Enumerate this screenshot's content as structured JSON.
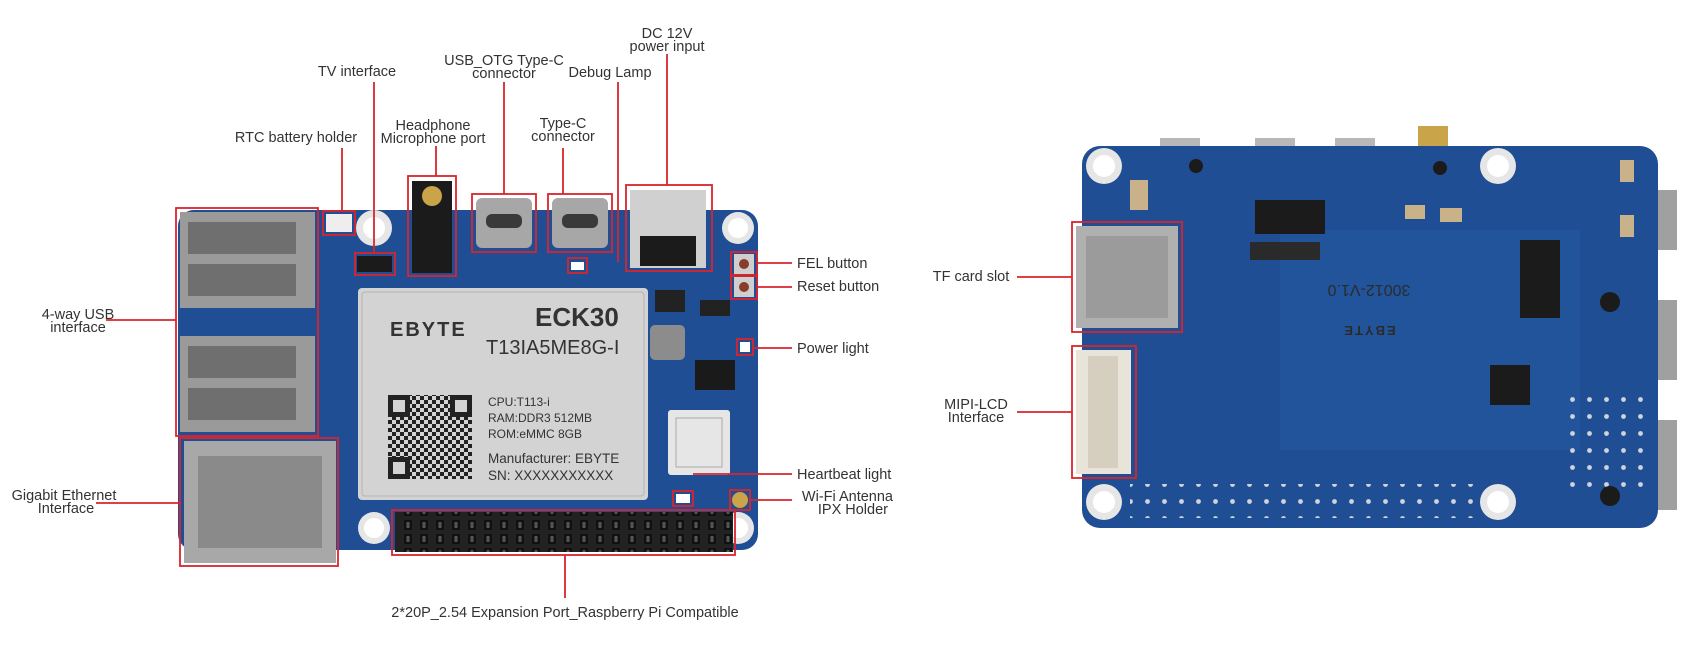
{
  "colors": {
    "pcb_blue": "#1f4e95",
    "pcb_blue_dark": "#173b74",
    "callout_red": "#d9252b",
    "module_silver": "#d3d3d3",
    "label_text": "#333333"
  },
  "front": {
    "module": {
      "brand": "EBYTE",
      "model": "ECK30",
      "part": "T13IA5ME8G-I",
      "cpu": "CPU:T113-i",
      "ram": "RAM:DDR3 512MB",
      "rom": "ROM:eMMC 8GB",
      "manufacturer": "Manufacturer: EBYTE",
      "sn": "SN: XXXXXXXXXXX"
    },
    "labels": {
      "dc_power_1": "DC 12V",
      "dc_power_2": "power input",
      "usb_otg_1": "USB_OTG Type-C",
      "usb_otg_2": "connector",
      "debug_lamp": "Debug Lamp",
      "tv_interface": "TV interface",
      "headphone_1": "Headphone",
      "headphone_2": "Microphone port",
      "typec_1": "Type-C",
      "typec_2": "connector",
      "rtc_battery": "RTC battery holder",
      "fel_button": "FEL button",
      "reset_button": "Reset button",
      "power_light": "Power light",
      "usb4_1": "4-way USB",
      "usb4_2": "interface",
      "ethernet_1": "Gigabit Ethernet",
      "ethernet_2": "Interface",
      "heartbeat": "Heartbeat light",
      "wifi_1": "Wi-Fi Antenna",
      "wifi_2": "IPX Holder",
      "expansion": "2*20P_2.54 Expansion Port_Raspberry Pi Compatible"
    }
  },
  "back": {
    "board_version": "30012-V1.0",
    "brand": "EBYTE",
    "labels": {
      "tf_card": "TF card slot",
      "mipi_1": "MIPI-LCD",
      "mipi_2": "Interface"
    }
  }
}
